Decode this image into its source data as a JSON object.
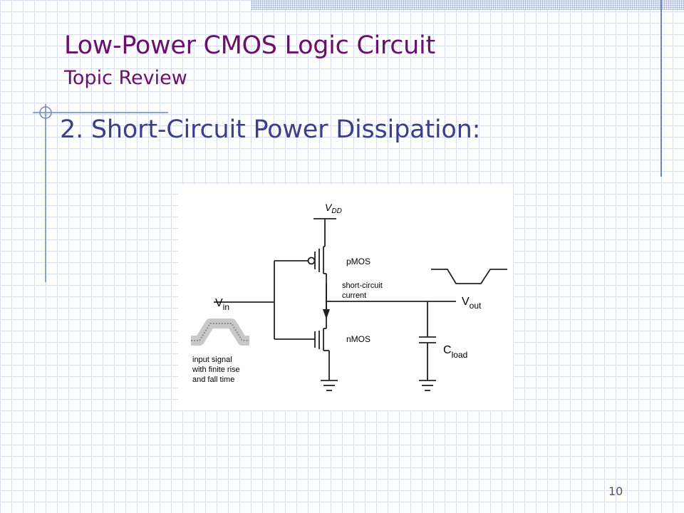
{
  "slide": {
    "title": "Low-Power CMOS Logic Circuit",
    "subtitle": "Topic Review",
    "heading": "2. Short-Circuit Power Dissipation:",
    "page_number": "10"
  },
  "diagram": {
    "vdd_label": "V",
    "vdd_sub": "DD",
    "vin_label": "V",
    "vin_sub": "in",
    "vout_label": "V",
    "vout_sub": "out",
    "cload_label": "C",
    "cload_sub": "load",
    "pmos_label": "pMOS",
    "nmos_label": "nMOS",
    "current_label_line1": "short-circuit",
    "current_label_line2": "current",
    "input_note_line1": "input signal",
    "input_note_line2": "with finite rise",
    "input_note_line3": "and fall time"
  },
  "colors": {
    "title": "#6a0f6a",
    "heading": "#3a3f88",
    "grid": "#d6dcec",
    "accent_line": "#6f86bd"
  }
}
